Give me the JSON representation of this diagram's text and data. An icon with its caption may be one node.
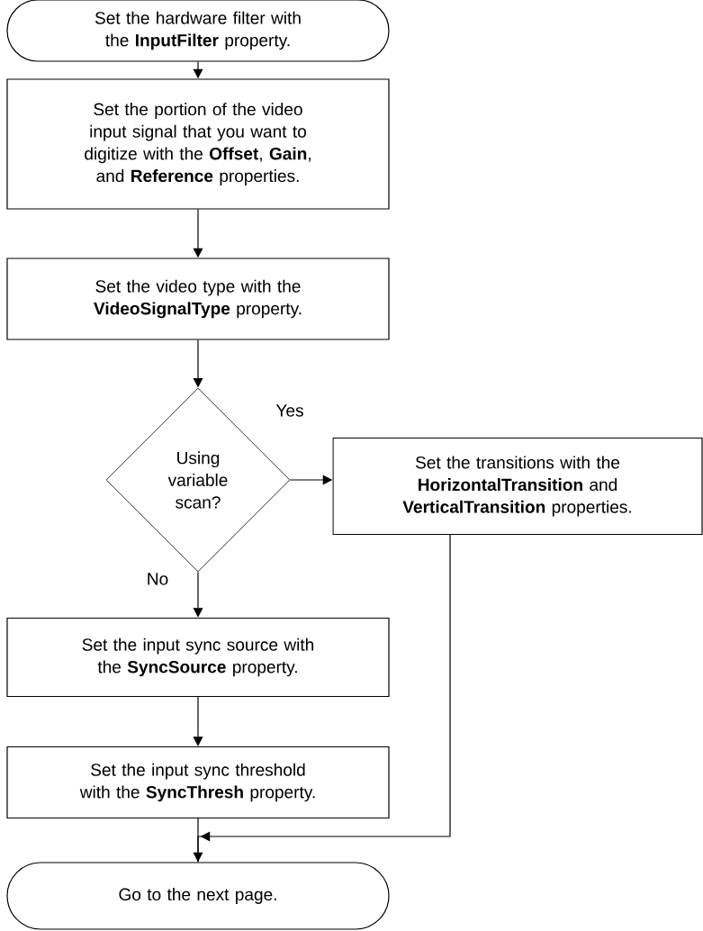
{
  "diagram": {
    "nodes": [
      {
        "text": [
          "Set the hardware filter with the **InputFilter** property."
        ]
      },
      {
        "text": [
          "Set the portion of the video input signal that you want to digitize with the **Offset**, **Gain**, and **Reference** properties."
        ]
      },
      {
        "text": [
          "Set the video type with the **VideoSignalType** property."
        ]
      },
      {
        "text": [
          "Using variable scan?"
        ]
      },
      {
        "text": [
          "Set the transitions with the **HorizontalTransition** and **VerticalTransition** properties."
        ]
      },
      {
        "text": [
          "Set the input sync source with the **SyncSource** property."
        ]
      },
      {
        "text": [
          "Set the input sync threshold with the **SyncThresh** property."
        ]
      },
      {
        "text": [
          "Go to the next page."
        ]
      }
    ],
    "edges": [
      {
        "from": 0,
        "to": 1,
        "arrow": "to"
      },
      {
        "from": 1,
        "to": 2,
        "arrow": "to"
      },
      {
        "from": 2,
        "to": 3,
        "arrow": "to"
      },
      {
        "from": 3,
        "to": 4,
        "arrow": "to",
        "label": "Yes"
      },
      {
        "from": 3,
        "to": 5,
        "arrow": "to",
        "label": "No"
      },
      {
        "from": 5,
        "to": 6,
        "arrow": "to"
      },
      {
        "from": 6,
        "to": 7,
        "arrow": "to"
      },
      {
        "from": 4,
        "to": 7,
        "arrow": "to"
      }
    ]
  }
}
